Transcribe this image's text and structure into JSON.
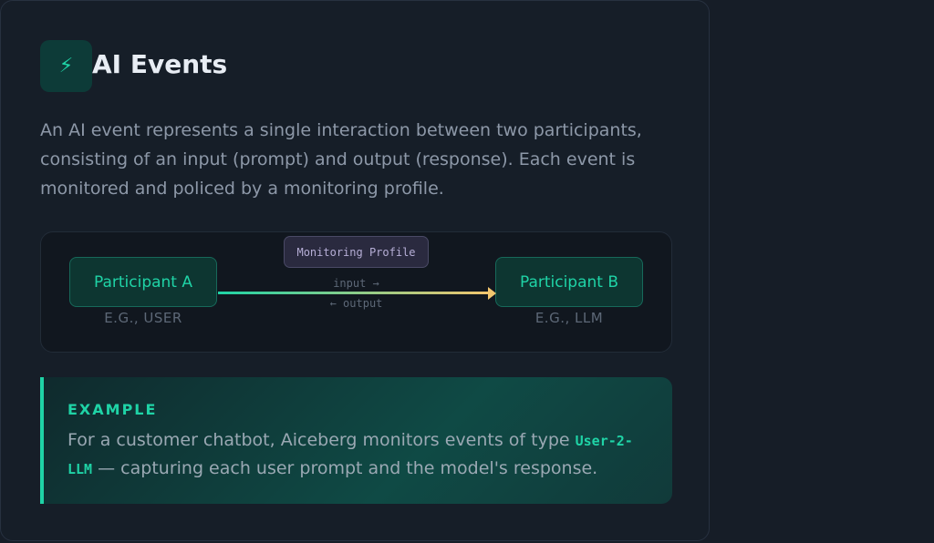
{
  "header": {
    "icon": "lightning-icon",
    "icon_glyph": "⚡",
    "title": "AI Events"
  },
  "description": "An AI event represents a single interaction between two participants, consisting of an input (prompt) and output (response). Each event is monitored and policed by a monitoring profile.",
  "diagram": {
    "participant_a": {
      "label": "Participant A",
      "sub": "E.G., USER"
    },
    "participant_b": {
      "label": "Participant B",
      "sub": "E.G., LLM"
    },
    "monitor": "Monitoring Profile",
    "input_label": "input →",
    "output_label": "← output"
  },
  "example": {
    "title": "EXAMPLE",
    "text_before": "For a customer chatbot, Aiceberg monitors events of type ",
    "code": "User-2-LLM",
    "text_after": " — capturing each user prompt and the model's response."
  },
  "colors": {
    "accent": "#1fd3a6",
    "arrow_end": "#f2c66e"
  }
}
